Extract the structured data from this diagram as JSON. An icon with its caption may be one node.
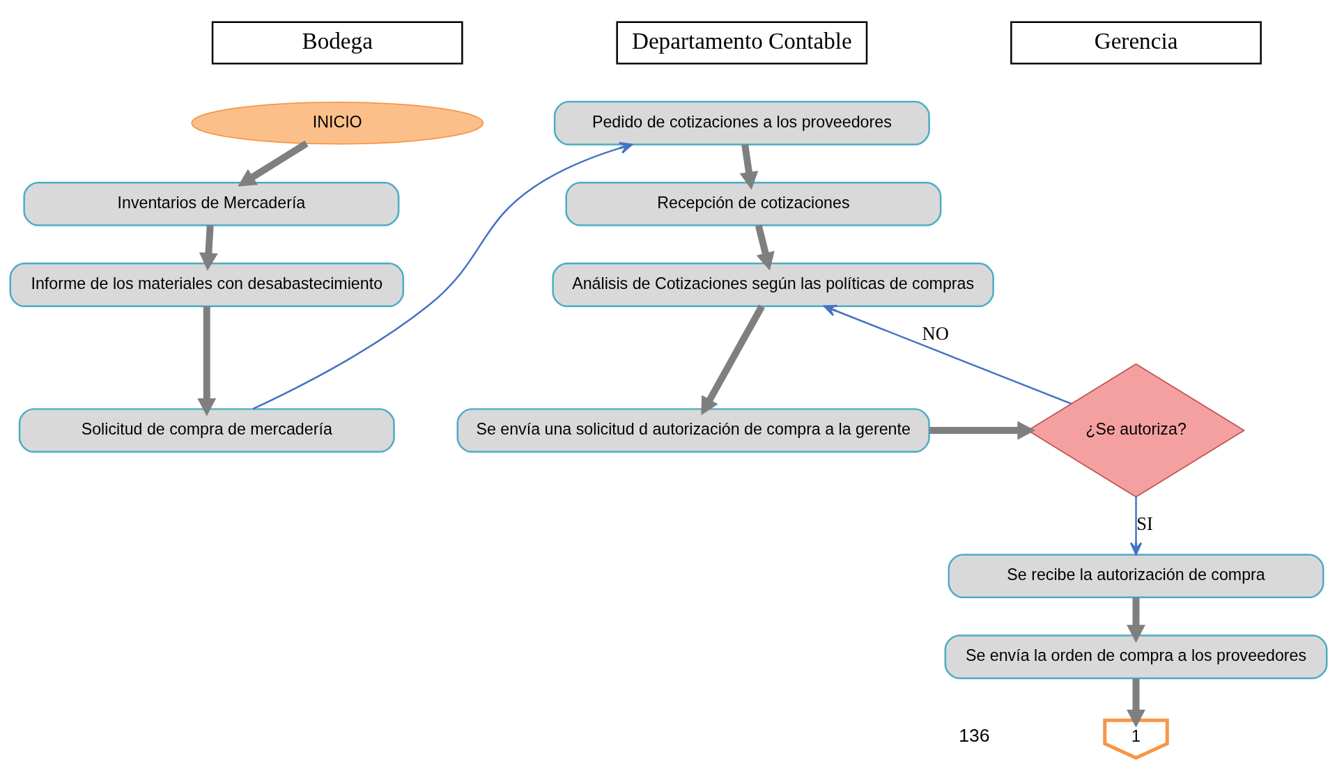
{
  "diagram": {
    "nodes": [
      {
        "text": [
          "Bodega"
        ]
      },
      {
        "text": [
          "Departamento Contable"
        ]
      },
      {
        "text": [
          "Gerencia"
        ]
      },
      {
        "text": [
          "INICIO"
        ]
      },
      {
        "text": [
          "Inventarios de Mercadería"
        ]
      },
      {
        "text": [
          "Informe de los materiales con desabastecimiento"
        ]
      },
      {
        "text": [
          "Solicitud de compra de mercadería"
        ]
      },
      {
        "text": [
          "Pedido de cotizaciones a los proveedores"
        ]
      },
      {
        "text": [
          "Recepción de cotizaciones"
        ]
      },
      {
        "text": [
          "Análisis de Cotizaciones según las políticas de compras"
        ]
      },
      {
        "text": [
          "Se envía una solicitud d autorización de compra a la gerente"
        ]
      },
      {
        "text": [
          "¿Se autoriza?"
        ]
      },
      {
        "text": [
          "Se recibe la autorización de compra"
        ]
      },
      {
        "text": [
          "Se envía la orden de compra a los proveedores"
        ]
      },
      {
        "text": [
          "1"
        ]
      }
    ],
    "edges": [
      {
        "from": 3,
        "to": 4,
        "arrow": "to"
      },
      {
        "from": 4,
        "to": 5,
        "arrow": "to"
      },
      {
        "from": 5,
        "to": 6,
        "arrow": "to"
      },
      {
        "from": 6,
        "to": 7,
        "arrow": "to",
        "color": "#4472c4"
      },
      {
        "from": 7,
        "to": 8,
        "arrow": "to"
      },
      {
        "from": 8,
        "to": 9,
        "arrow": "to"
      },
      {
        "from": 9,
        "to": 10,
        "arrow": "to"
      },
      {
        "from": 10,
        "to": 11,
        "arrow": "to"
      },
      {
        "from": 11,
        "to": 9,
        "arrow": "to",
        "label": "NO",
        "color": "#4472c4"
      },
      {
        "from": 11,
        "to": 12,
        "arrow": "to",
        "label": "SI",
        "color": "#4472c4"
      },
      {
        "from": 12,
        "to": 13,
        "arrow": "to"
      },
      {
        "from": 13,
        "to": 14,
        "arrow": "to"
      }
    ],
    "labels": [
      "136"
    ]
  }
}
